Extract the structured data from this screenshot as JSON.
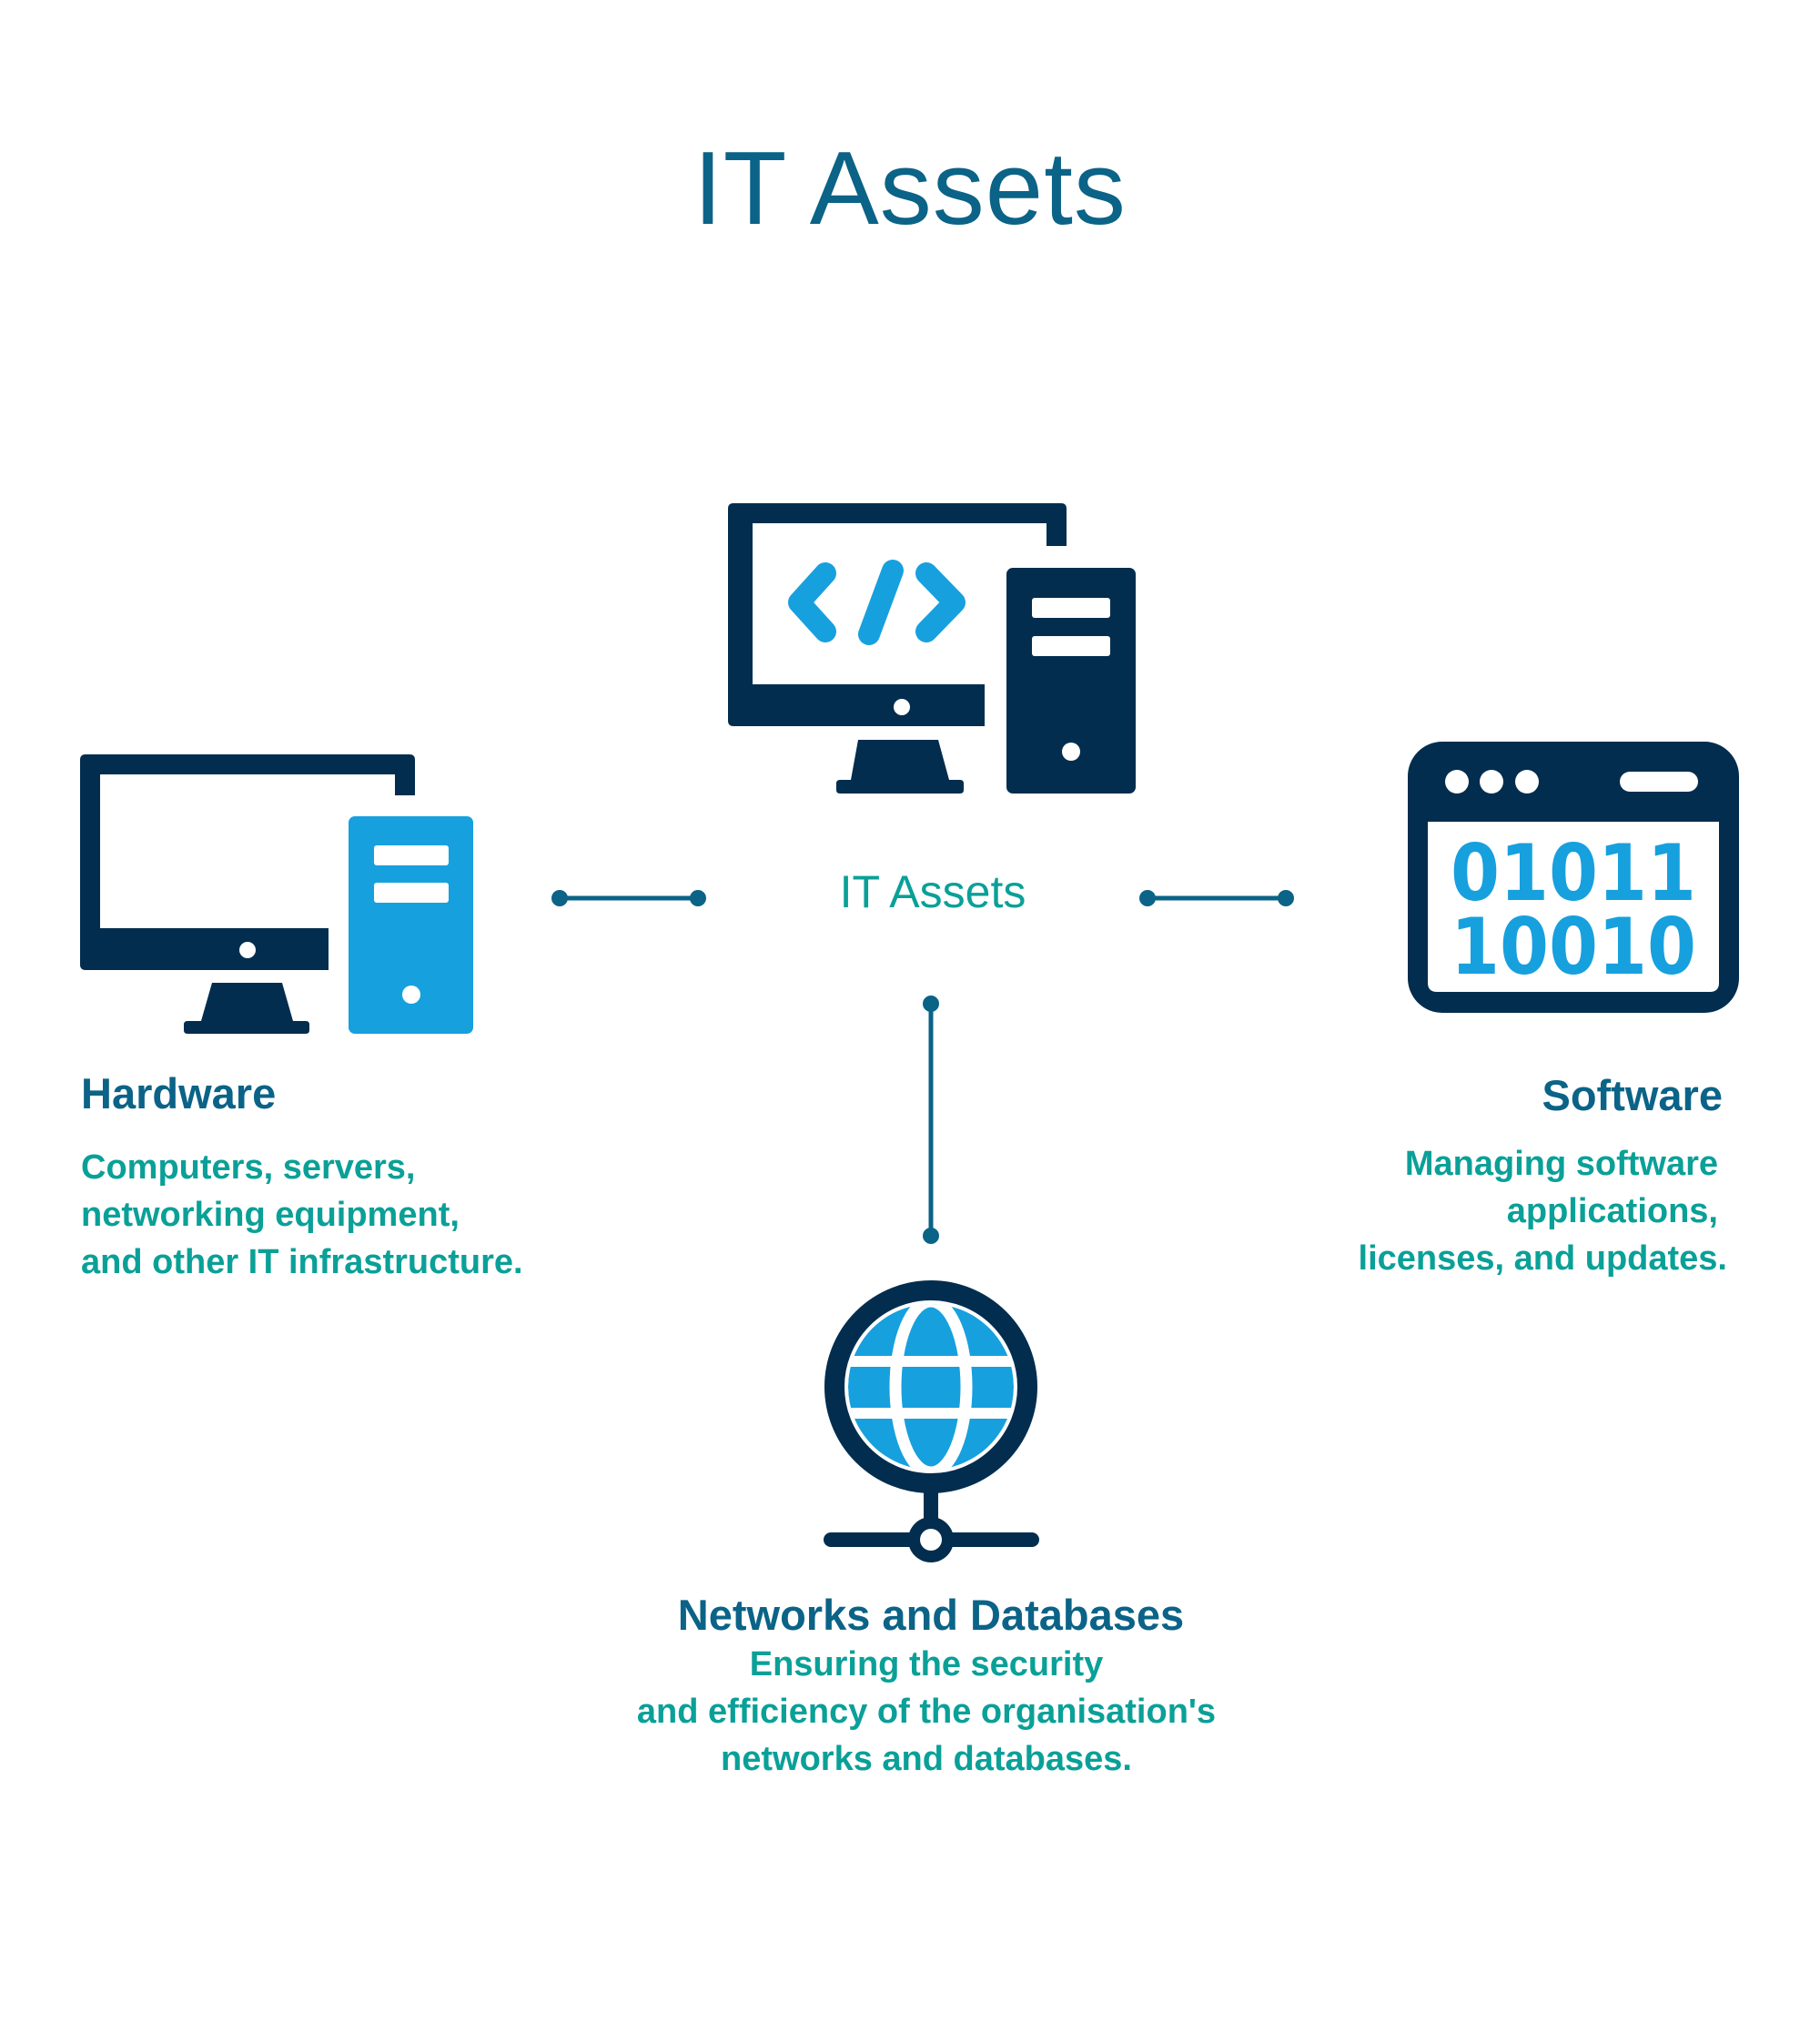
{
  "title": "IT Assets",
  "colors": {
    "title": "#0b6387",
    "heading": "#0b6387",
    "body": "#0aa098",
    "icon_dark": "#022d4e",
    "icon_accent": "#17a0de",
    "connector": "#0b6387",
    "background": "#ffffff"
  },
  "center": {
    "label": "IT Assets",
    "icon": "code-computer-icon"
  },
  "nodes": [
    {
      "id": "hardware",
      "icon": "desktop-computer-icon",
      "heading": "Hardware",
      "lines": [
        "Computers, servers,",
        "networking equipment,",
        "and other IT infrastructure."
      ]
    },
    {
      "id": "software",
      "icon": "binary-window-icon",
      "icon_text": [
        "01011",
        "10010"
      ],
      "heading": "Software",
      "lines": [
        "Managing software",
        "applications,",
        "licenses, and updates."
      ]
    },
    {
      "id": "networks",
      "icon": "globe-network-icon",
      "heading": "Networks and Databases",
      "lines": [
        "Ensuring the security",
        "and efficiency of the organisation's",
        "networks and databases."
      ]
    }
  ],
  "connectors": [
    {
      "from": "center",
      "to": "hardware"
    },
    {
      "from": "center",
      "to": "software"
    },
    {
      "from": "center",
      "to": "networks"
    }
  ]
}
